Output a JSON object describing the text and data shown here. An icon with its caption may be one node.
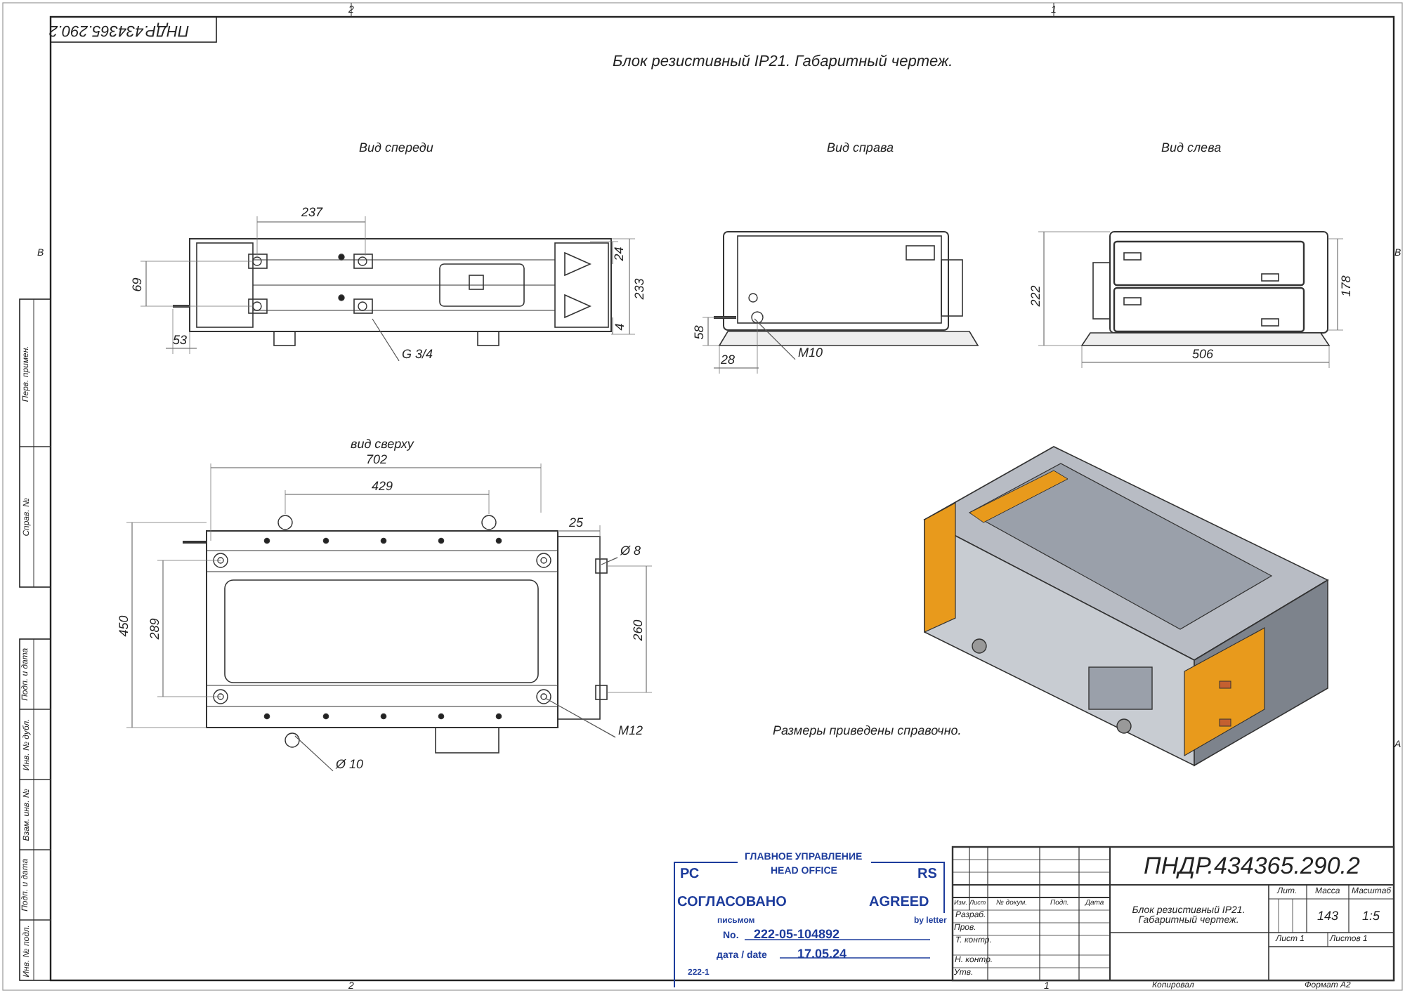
{
  "diagram": {
    "title": "Блок резистивный IP21. Габаритный чертеж.",
    "nodes": [
      {
        "text": [
          "G 3/4"
        ]
      },
      {
        "text": [
          "M10"
        ]
      },
      {
        "text": [
          "Ø 8"
        ]
      },
      {
        "text": [
          "M12"
        ]
      },
      {
        "text": [
          "Ø 10"
        ]
      }
    ],
    "edges": [
      {
        "from": 0,
        "to": null,
        "arrow": "none"
      },
      {
        "from": 1,
        "to": null,
        "arrow": "none"
      },
      {
        "from": 2,
        "to": null,
        "arrow": "none"
      },
      {
        "from": 3,
        "to": null,
        "arrow": "none"
      },
      {
        "from": 4,
        "to": null,
        "arrow": "none"
      }
    ],
    "labels": [
      "ПНДР.434365.290.2",
      "2",
      "1",
      "Вид спереди",
      "Вид справа",
      "Вид слева",
      "237",
      "69",
      "24",
      "233",
      "4",
      "53",
      "58",
      "28",
      "222",
      "178",
      "506",
      "вид сверху",
      "702",
      "429",
      "25",
      "450",
      "289",
      "260",
      "Размеры приведены справочно.",
      "Перв. примен.",
      "Справ. №",
      "Подп. и дата",
      "Инв. № дубл.",
      "Взам. инв. №",
      "Подп. и дата",
      "Инв. № подл.",
      "ГЛАВНОЕ УПРАВЛЕНИЕ",
      "HEAD OFFICE",
      "РС",
      "RS",
      "СОГЛАСОВАНО",
      "AGREED",
      "письмом",
      "by letter",
      "No.",
      "222-05-104892",
      "дата / date",
      "17.05.24",
      "222-1",
      "ПНДР.434365.290.2",
      "Изм.",
      "Лист",
      "№ докум.",
      "Подп.",
      "Дата",
      "Разраб.",
      "Пров.",
      "Т. контр.",
      "Н. контр.",
      "Утв.",
      "Блок резистивный IP21. Габаритный чертеж.",
      "Лит.",
      "Масса",
      "Масштаб",
      "143",
      "1:5",
      "Лист 1",
      "Листов 1",
      "2",
      "1",
      "Копировал",
      "Формат А2",
      "B",
      "B",
      "A"
    ]
  }
}
